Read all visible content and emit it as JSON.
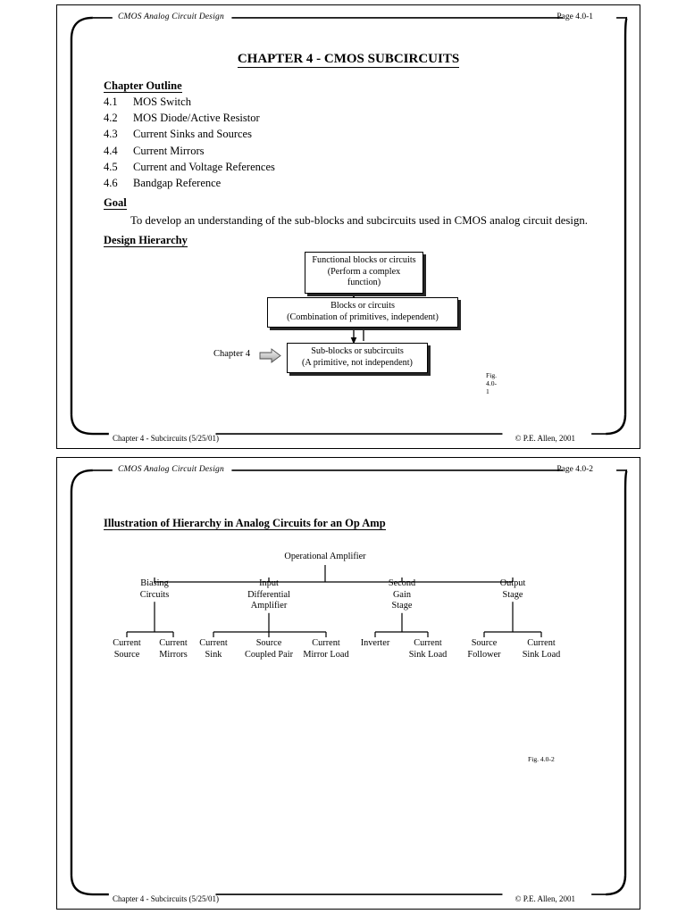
{
  "document": {
    "header_title": "CMOS Analog Circuit Design",
    "footer_left": "Chapter 4 - Subcircuits (5/25/01)",
    "footer_right": "© P.E. Allen,  2001"
  },
  "page1": {
    "page_number": "Page 4.0-1",
    "chapter_title": "CHAPTER 4 - CMOS SUBCIRCUITS",
    "outline_heading": "Chapter Outline",
    "outline": [
      {
        "num": "4.1",
        "label": "MOS Switch"
      },
      {
        "num": "4.2",
        "label": "MOS Diode/Active Resistor"
      },
      {
        "num": "4.3",
        "label": "Current Sinks and Sources"
      },
      {
        "num": "4.4",
        "label": "Current Mirrors"
      },
      {
        "num": "4.5",
        "label": "Current and Voltage References"
      },
      {
        "num": "4.6",
        "label": "Bandgap Reference"
      }
    ],
    "goal_heading": "Goal",
    "goal_text": "To develop an understanding of the sub-blocks and subcircuits used in CMOS analog circuit design.",
    "hierarchy_heading": "Design Hierarchy",
    "figure": {
      "caption": "Fig. 4.0-1",
      "chapter_marker": "Chapter 4",
      "boxes": [
        {
          "line1": "Functional blocks or circuits",
          "line2": "(Perform a complex function)"
        },
        {
          "line1": "Blocks or circuits",
          "line2": "(Combination of primitives, independent)"
        },
        {
          "line1": "Sub-blocks or subcircuits",
          "line2": "(A primitive, not independent)"
        }
      ]
    }
  },
  "page2": {
    "page_number": "Page 4.0-2",
    "heading": "Illustration of Hierarchy in Analog Circuits for an Op Amp",
    "figure": {
      "caption": "Fig. 4.0-2",
      "root": "Operational Amplifier",
      "branches": [
        {
          "label": "Biasing\nCircuits",
          "children": [
            "Current\nSource",
            "Current\nMirrors"
          ]
        },
        {
          "label": "Input\nDifferential\nAmplifier",
          "children": [
            "Current\nSink",
            "Source\nCoupled Pair",
            "Current\nMirror Load"
          ]
        },
        {
          "label": "Second\nGain\nStage",
          "children": [
            "Inverter",
            "Current\nSink Load"
          ]
        },
        {
          "label": "Output\nStage",
          "children": [
            "Source\nFollower",
            "Current\nSink Load"
          ]
        }
      ]
    }
  }
}
